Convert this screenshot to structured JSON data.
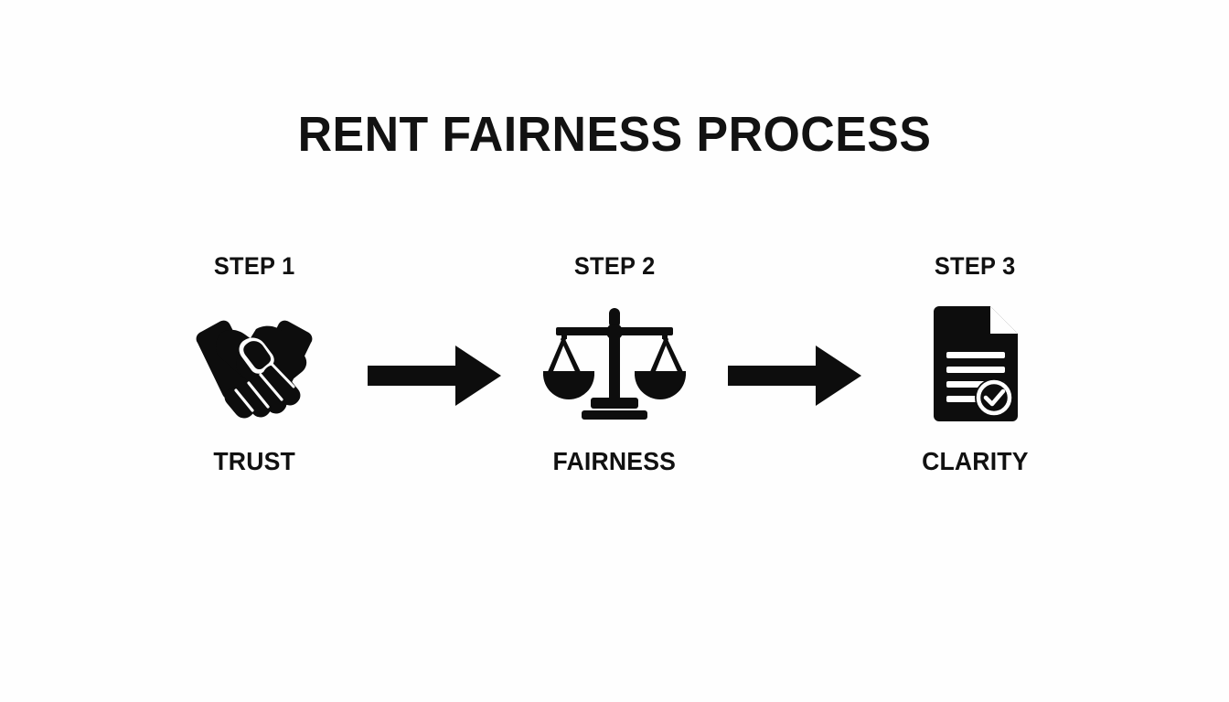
{
  "page": {
    "title": "RENT FAIRNESS PROCESS",
    "background_color": "#fefefe",
    "ink_color": "#111111"
  },
  "steps": [
    {
      "label": "STEP 1",
      "name": "TRUST",
      "icon": "handshake-icon"
    },
    {
      "label": "STEP 2",
      "name": "FAIRNESS",
      "icon": "balance-scales-icon"
    },
    {
      "label": "STEP 3",
      "name": "CLARITY",
      "icon": "document-check-icon"
    }
  ],
  "connectors": [
    {
      "icon": "arrow-right-icon"
    },
    {
      "icon": "arrow-right-icon"
    }
  ]
}
